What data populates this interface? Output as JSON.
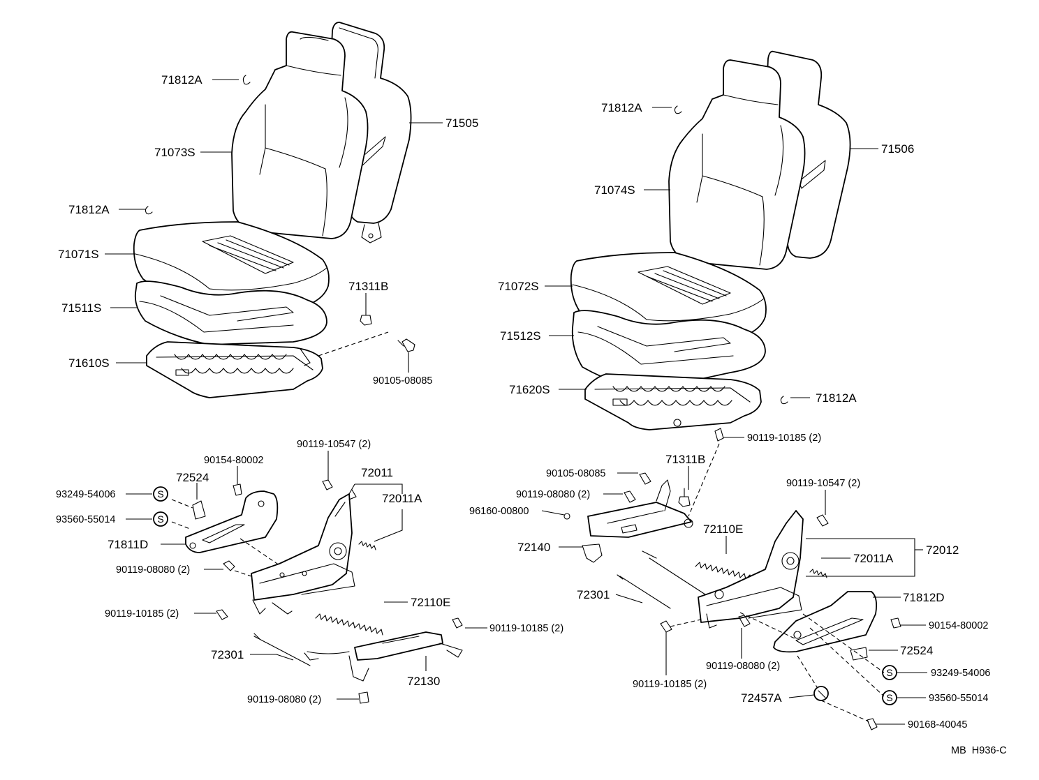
{
  "diagram": {
    "footer_code": "MB  H936-C",
    "s_symbol": "S",
    "left_assembly": {
      "labels": {
        "clip_top": "71812A",
        "seatback_cover": "71073S",
        "seatback_assy": "71505",
        "clip_mid": "71812A",
        "cushion_cover": "71071S",
        "cushion_pad": "71511S",
        "cushion_frame": "71610S",
        "nut": "71311B",
        "bolt_cushion": "90105-08085",
        "bolt_recliner_upper": "90119-10547 (2)",
        "screw_cover": "90154-80002",
        "knob": "72524",
        "recliner": "72011",
        "spring_recliner": "72011A",
        "s_part_1": "93249-54006",
        "s_part_2": "93560-55014",
        "recliner_cover": "71811D",
        "bolt_side": "90119-08080 (2)",
        "bolt_lower": "90119-10185 (2)",
        "spring_adjuster": "72110E",
        "bolt_rail": "90119-10185 (2)",
        "cable": "72301",
        "adjuster": "72130",
        "bolt_rail_bottom": "90119-08080 (2)"
      }
    },
    "right_assembly": {
      "labels": {
        "clip_top": "71812A",
        "seatback_assy": "71506",
        "seatback_cover": "71074S",
        "cushion_cover": "71072S",
        "cushion_pad": "71512S",
        "cushion_frame": "71620S",
        "clip_side": "71812A",
        "bolt_frame": "90119-10185 (2)",
        "nut": "71311B",
        "bolt_cushion": "90105-08085",
        "bolt_adjuster": "90119-08080 (2)",
        "washer": "96160-00800",
        "adjuster": "72140",
        "spring_adjuster": "72110E",
        "bolt_recliner_upper": "90119-10547 (2)",
        "spring_recliner": "72011A",
        "recliner": "72012",
        "cable": "72301",
        "recliner_cover": "71812D",
        "screw_cover": "90154-80002",
        "knob": "72524",
        "bolt_lower": "90119-10185 (2)",
        "bolt_side": "90119-08080 (2)",
        "s_part_1": "93249-54006",
        "s_part_2": "93560-55014",
        "lever_knob": "72457A",
        "screw_knob": "90168-40045"
      }
    }
  }
}
